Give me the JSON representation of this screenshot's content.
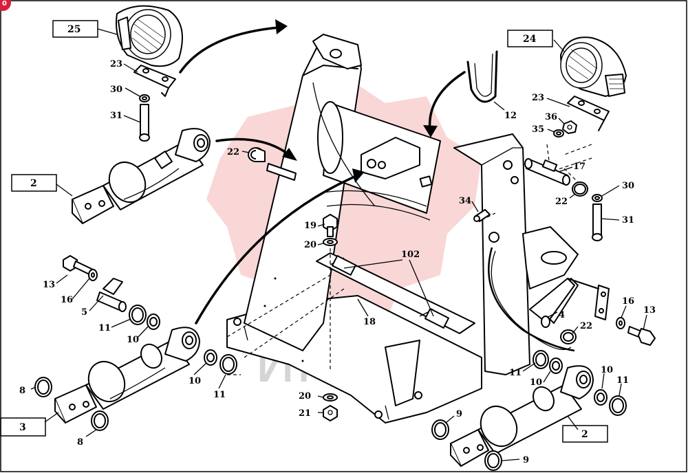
{
  "badge": "0",
  "watermark_text": "ИНТЕХ",
  "box_labels": {
    "b25": "25",
    "b24": "24",
    "b2_left": "2",
    "b3": "3",
    "b2_right": "2"
  },
  "callouts": {
    "c23a": "23",
    "c30a": "30",
    "c31a": "31",
    "c22a": "22",
    "c12": "12",
    "c23b": "23",
    "c36": "36",
    "c35": "35",
    "c17": "17",
    "c30b": "30",
    "c22b": "22",
    "c31b": "31",
    "c34": "34",
    "c19": "19",
    "c20a": "20",
    "c102": "102",
    "c13a": "13",
    "c16a": "16",
    "c5": "5",
    "c11a": "11",
    "c10a": "10",
    "c18": "18",
    "c4": "4",
    "c16b": "16",
    "c13b": "13",
    "c22c": "22",
    "c10b": "10",
    "c11b": "11",
    "c8a": "8",
    "c8b": "8",
    "c20b": "20",
    "c21": "21",
    "c11c": "11",
    "c10c": "10",
    "c10d": "10",
    "c11d": "11",
    "c9a": "9",
    "c9b": "9"
  }
}
